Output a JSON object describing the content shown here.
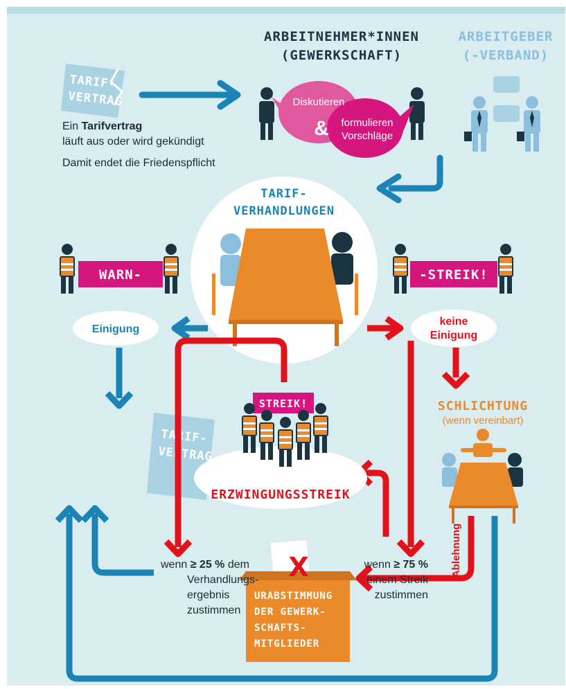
{
  "colors": {
    "background": "#d9ecf0",
    "blue_arrow": "#1b84b4",
    "red_arrow": "#e2121b",
    "magenta": "#d6167f",
    "orange": "#ea8a2a",
    "dark_figure": "#1a3441",
    "light_figure": "#8cbfdd"
  },
  "header": {
    "employees_line1": "ARBEITNEHMER*INNEN",
    "employees_line2": "(GEWERKSCHAFT)",
    "employers_line1": "ARBEITGEBER",
    "employers_line2": "(-VERBAND)"
  },
  "contract_top": {
    "doc_line1": "TARIF-",
    "doc_line2": "VERTRAG",
    "text_pre": "Ein ",
    "text_bold": "Tarifvertrag",
    "text_line2": "läuft aus oder wird gekündigt",
    "text_line3": "Damit endet die Friedenspflicht"
  },
  "bubbles": {
    "discuss": "Diskutieren",
    "amp": "&",
    "formulate_1": "formulieren",
    "formulate_2": "Vorschläge"
  },
  "negotiation": {
    "title_1": "TARIF-",
    "title_2": "VERHANDLUNGEN"
  },
  "warning_strike": {
    "left_banner": "WARN-",
    "right_banner": "-STREIK!"
  },
  "outcomes": {
    "agreement": "Einigung",
    "no_agreement_1": "keine",
    "no_agreement_2": "Einigung"
  },
  "contract_bottom": {
    "line1": "TARIF-",
    "line2": "VERTRAG"
  },
  "strike": {
    "sign": "STREIK!",
    "label": "ERZWINGUNGSSTREIK"
  },
  "arbitration": {
    "title": "SCHLICHTUNG",
    "subtitle": "(wenn vereinbart)",
    "rejection": "Ablehnung"
  },
  "ballot": {
    "mark": "X",
    "line1": "URABSTIMMUNG",
    "line2": "DER GEWERK-",
    "line3": "SCHAFTS-",
    "line4": "MITGLIEDER"
  },
  "conditions": {
    "left_pre": "wenn ",
    "left_bold": "≥ 25 %",
    "left_post": " dem",
    "left_line2": "Verhandlungs-",
    "left_line3": "ergebnis",
    "left_line4": "zustimmen",
    "right_pre": "wenn ",
    "right_bold": "≥ 75 %",
    "right_line2": "einem Streik",
    "right_line3": "zustimmen"
  }
}
